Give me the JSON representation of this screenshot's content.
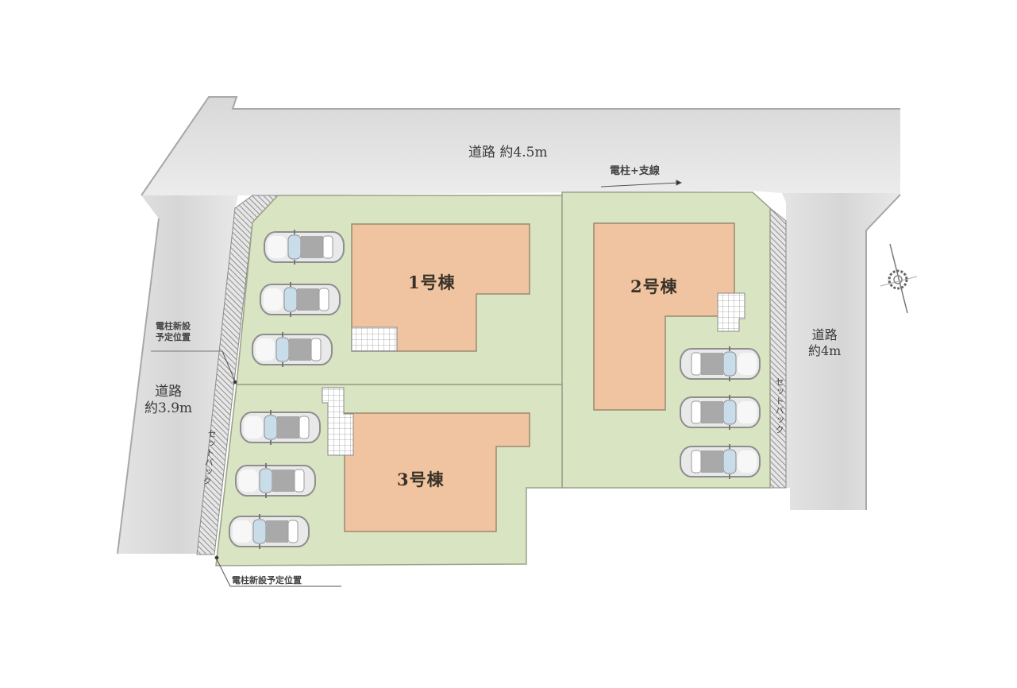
{
  "roads": {
    "north": {
      "label": "道路 約4.5m"
    },
    "west": {
      "line1": "道路",
      "line2": "約3.9m"
    },
    "east": {
      "line1": "道路",
      "line2": "約4m"
    }
  },
  "annotations": {
    "utility_pole_guy": "電柱+支線",
    "new_pole_west_line1": "電柱新設",
    "new_pole_west_line2": "予定位置",
    "new_pole_south": "電柱新設予定位置",
    "setback_west": "セットバック",
    "setback_east": "セットバック"
  },
  "buildings": [
    {
      "id": 1,
      "label": "1号棟",
      "parking_spaces": 3
    },
    {
      "id": 2,
      "label": "2号棟",
      "parking_spaces": 3
    },
    {
      "id": 3,
      "label": "3号棟",
      "parking_spaces": 3
    }
  ],
  "compass": {
    "icon": "north-arrow-compass-icon"
  },
  "colors": {
    "road": "#dcdcdc",
    "lot": "#d9e4c2",
    "building": "#f0c4a0",
    "building_outline": "#9a8a70",
    "setback_hatch": "#8a8a8a",
    "text": "#3a3a3a"
  }
}
